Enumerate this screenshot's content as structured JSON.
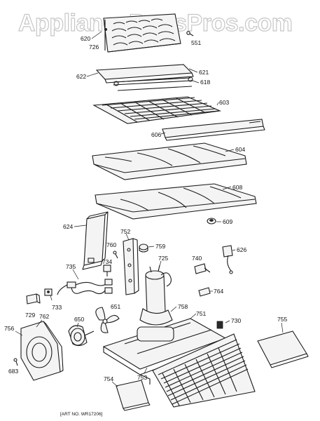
{
  "watermark": "AppliancePartsPros.com",
  "art_number": "[ART NO. WR17206]",
  "callouts": {
    "c620": "620",
    "c726": "726",
    "c551": "551",
    "c622": "622",
    "c621": "621",
    "c618": "618",
    "c603": "603",
    "c606": "606",
    "c604": "604",
    "c608": "608",
    "c609": "609",
    "c624": "624",
    "c752": "752",
    "c760": "760",
    "c759": "759",
    "c735": "735",
    "c734": "734",
    "c725": "725",
    "c740": "740",
    "c626": "626",
    "c764": "764",
    "c729": "729",
    "c733": "733",
    "c651": "651",
    "c650": "650",
    "c758": "758",
    "c751": "751",
    "c730": "730",
    "c755": "755",
    "c756": "756",
    "c762": "762",
    "c683": "683",
    "c754": "754",
    "c753": "753"
  }
}
